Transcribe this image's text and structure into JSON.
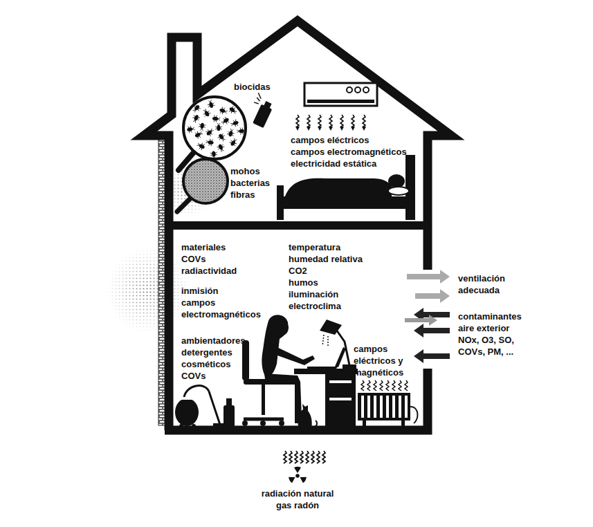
{
  "diagram": {
    "labels": [
      "biocidas",
      "campos eléctricos",
      "campos electromagnéticos",
      "electricidad estática",
      "mohos",
      "bacterias",
      "fibras",
      "materiales",
      "COVs",
      "radiactividad",
      "inmisión",
      "campos",
      "electromagnéticos",
      "ambientadores",
      "detergentes",
      "cosméticos",
      "COVs",
      "temperatura",
      "humedad relativa",
      "CO2",
      "humos",
      "iluminación",
      "electroclima",
      "ventilación",
      "adecuada",
      "contaminantes",
      "aire exterior",
      "NOx, O3, SO,",
      "COVs, PM, ...",
      "campos",
      "eléctricos y",
      "magnéticos",
      "radiación natural",
      "gas radón"
    ]
  }
}
